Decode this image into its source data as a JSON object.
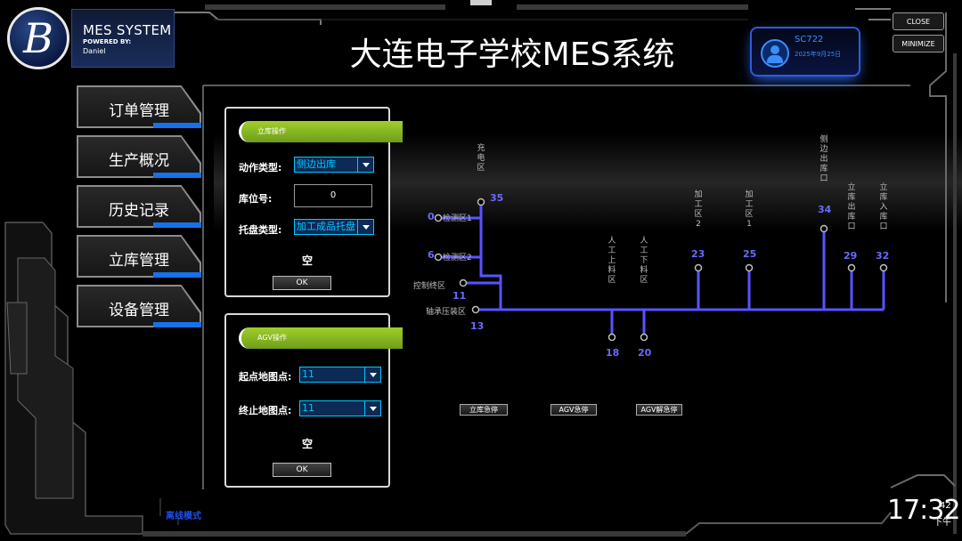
{
  "app": {
    "logo_letter": "B",
    "system_name": "MES SYSTEM",
    "powered_by": "POWERED BY:",
    "author": "Daniel",
    "title": "大连电子学校MES系统"
  },
  "user": {
    "name": "SC722",
    "date": "2025年9月25日"
  },
  "window": {
    "close_label": "CLOSE",
    "minimize_label": "MINIMIZE"
  },
  "menu": [
    {
      "label": "订单管理"
    },
    {
      "label": "生产概况"
    },
    {
      "label": "历史记录"
    },
    {
      "label": "立库管理"
    },
    {
      "label": "设备管理"
    }
  ],
  "warehouse_panel": {
    "header": "立库操作",
    "action_type_label": "动作类型:",
    "action_type_value": "侧边出库",
    "slot_label": "库位号:",
    "slot_value": "0",
    "pallet_type_label": "托盘类型:",
    "pallet_type_value": "加工成品托盘",
    "status": "空",
    "ok_label": "OK"
  },
  "agv_panel": {
    "header": "AGV操作",
    "start_label": "起点地图点:",
    "start_value": "11",
    "end_label": "终止地图点:",
    "end_value": "11",
    "status": "空",
    "ok_label": "OK"
  },
  "map": {
    "nodes": [
      {
        "num": "35",
        "label": "充电区"
      },
      {
        "num": "0",
        "label": "检测区1"
      },
      {
        "num": "6",
        "label": "检测区2"
      },
      {
        "num": "11",
        "label": "控制终区"
      },
      {
        "num": "13",
        "label": "轴承压装区"
      },
      {
        "num": "18",
        "label": "人工上料区"
      },
      {
        "num": "20",
        "label": "人工下料区"
      },
      {
        "num": "23",
        "label": "加工区2"
      },
      {
        "num": "25",
        "label": "加工区1"
      },
      {
        "num": "34",
        "label": "侧边出库口"
      },
      {
        "num": "29",
        "label": "立库出库口"
      },
      {
        "num": "32",
        "label": "立库入库口"
      }
    ],
    "line_color": "#5a52ff"
  },
  "map_buttons": {
    "estop_warehouse": "立库急停",
    "estop_agv": "AGV急停",
    "release_agv": "AGV解急停"
  },
  "footer": {
    "offline": "离线模式",
    "time": "17:32",
    "seconds": "42",
    "ampm": "下午"
  }
}
